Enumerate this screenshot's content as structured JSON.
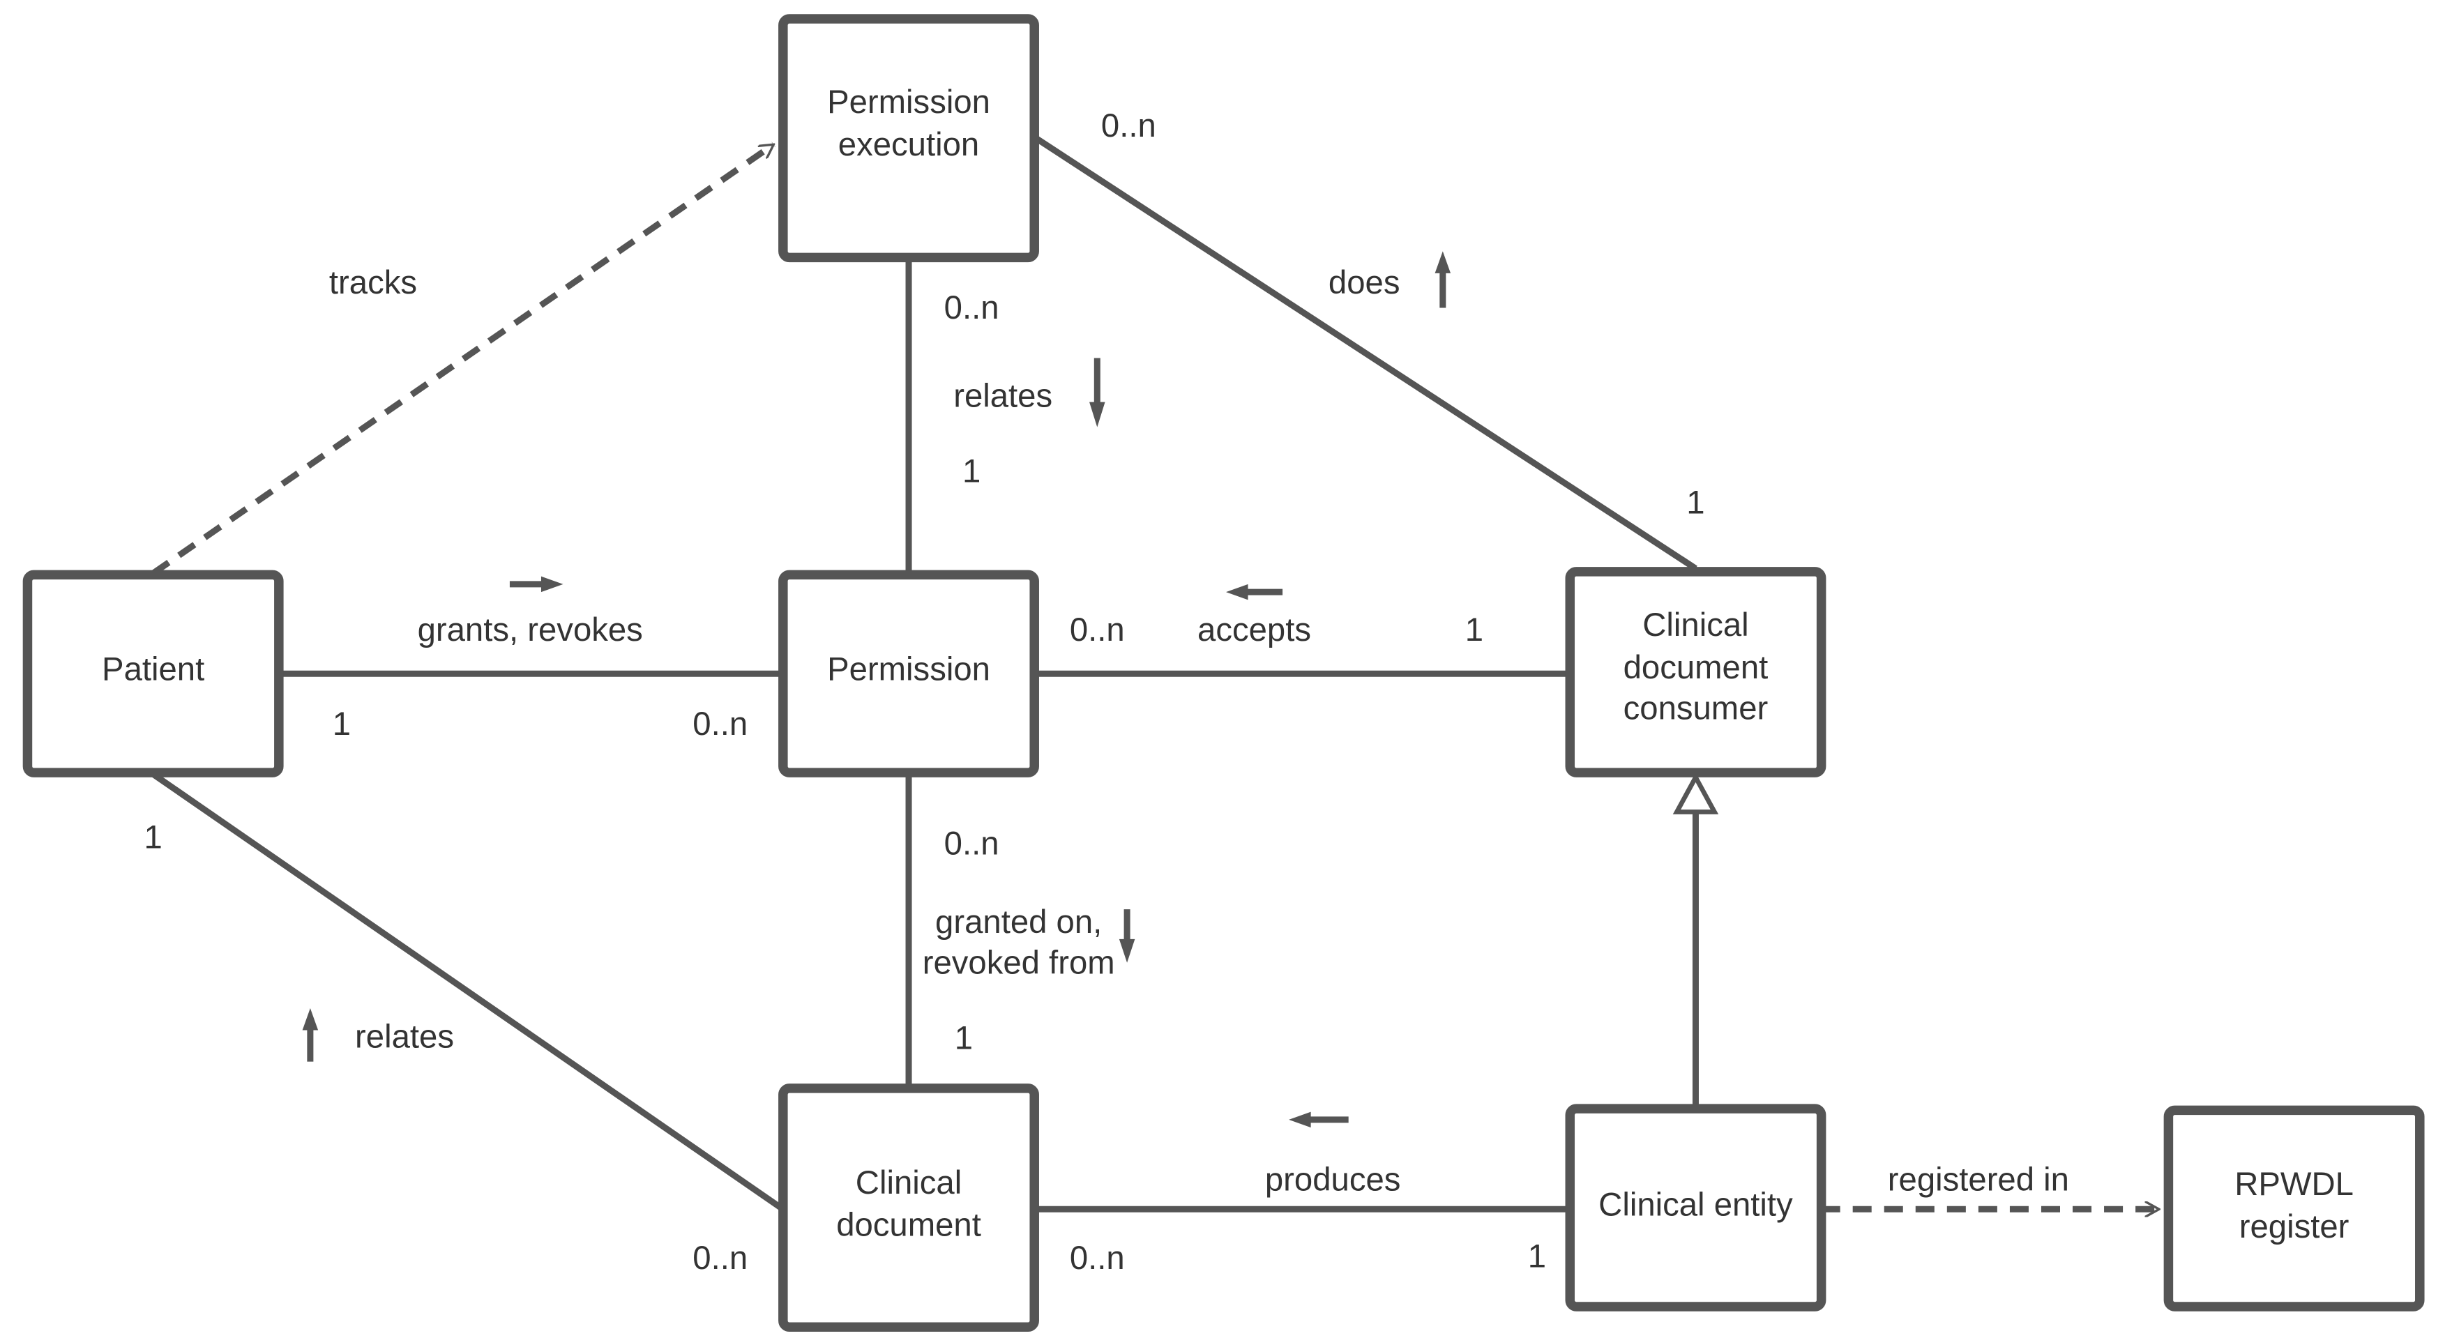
{
  "entities": {
    "permission_execution": [
      "Permission",
      "execution"
    ],
    "patient": [
      "Patient"
    ],
    "permission": [
      "Permission"
    ],
    "clinical_document_consumer": [
      "Clinical",
      "document",
      "consumer"
    ],
    "clinical_document": [
      "Clinical",
      "document"
    ],
    "clinical_entity": [
      "Clinical entity"
    ],
    "rpwdl_register": [
      "RPWDL",
      "register"
    ]
  },
  "relations": {
    "tracks": "tracks",
    "does": "does",
    "relates_top": "relates",
    "grants_revokes": "grants, revokes",
    "accepts": "accepts",
    "granted_on_line1": "granted on,",
    "granted_on_line2": "revoked from",
    "relates_bottom": "relates",
    "produces": "produces",
    "registered_in": "registered in"
  },
  "multiplicities": {
    "exec_does": "0..n",
    "exec_relates": "0..n",
    "perm_relates": "1",
    "consumer_does": "1",
    "perm_accepts": "0..n",
    "consumer_accepts": "1",
    "patient_grants": "1",
    "perm_grants": "0..n",
    "patient_relates": "1",
    "perm_granted_on": "0..n",
    "doc_granted_on": "1",
    "doc_relates": "0..n",
    "doc_produces": "0..n",
    "entity_produces": "1"
  },
  "colors": {
    "line": "#555555",
    "text": "#333333",
    "box_fill": "#ffffff"
  }
}
